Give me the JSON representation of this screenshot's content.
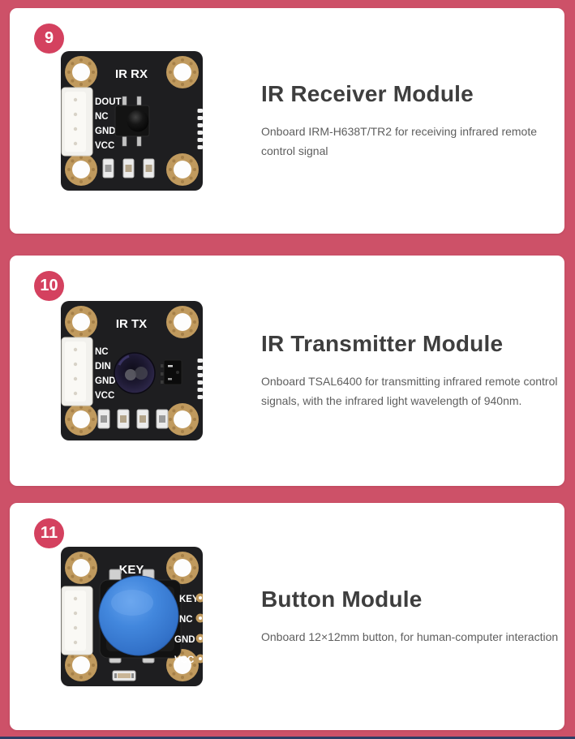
{
  "page": {
    "background_color": "#cd5168",
    "card_color": "#ffffff",
    "badge_color": "#d4415f",
    "footer_strip_color": "#2e3d66"
  },
  "cards": [
    {
      "number": "9",
      "title": "IR Receiver Module",
      "description": "Onboard IRM-H638T/TR2 for receiving infrared remote control signal",
      "board": {
        "label": "IR RX",
        "pins": [
          "DOUT",
          "NC",
          "GND",
          "VCC"
        ]
      }
    },
    {
      "number": "10",
      "title": "IR Transmitter Module",
      "description": "Onboard TSAL6400 for transmitting infrared remote control signals, with the infrared light wavelength of 940nm.",
      "board": {
        "label": "IR TX",
        "pins": [
          "NC",
          "DIN",
          "GND",
          "VCC"
        ]
      }
    },
    {
      "number": "11",
      "title": "Button Module",
      "description": "Onboard 12×12mm button, for human-computer interaction",
      "board": {
        "label": "KEY",
        "pins": [
          "KEY",
          "NC",
          "GND",
          "VCC"
        ]
      }
    }
  ]
}
